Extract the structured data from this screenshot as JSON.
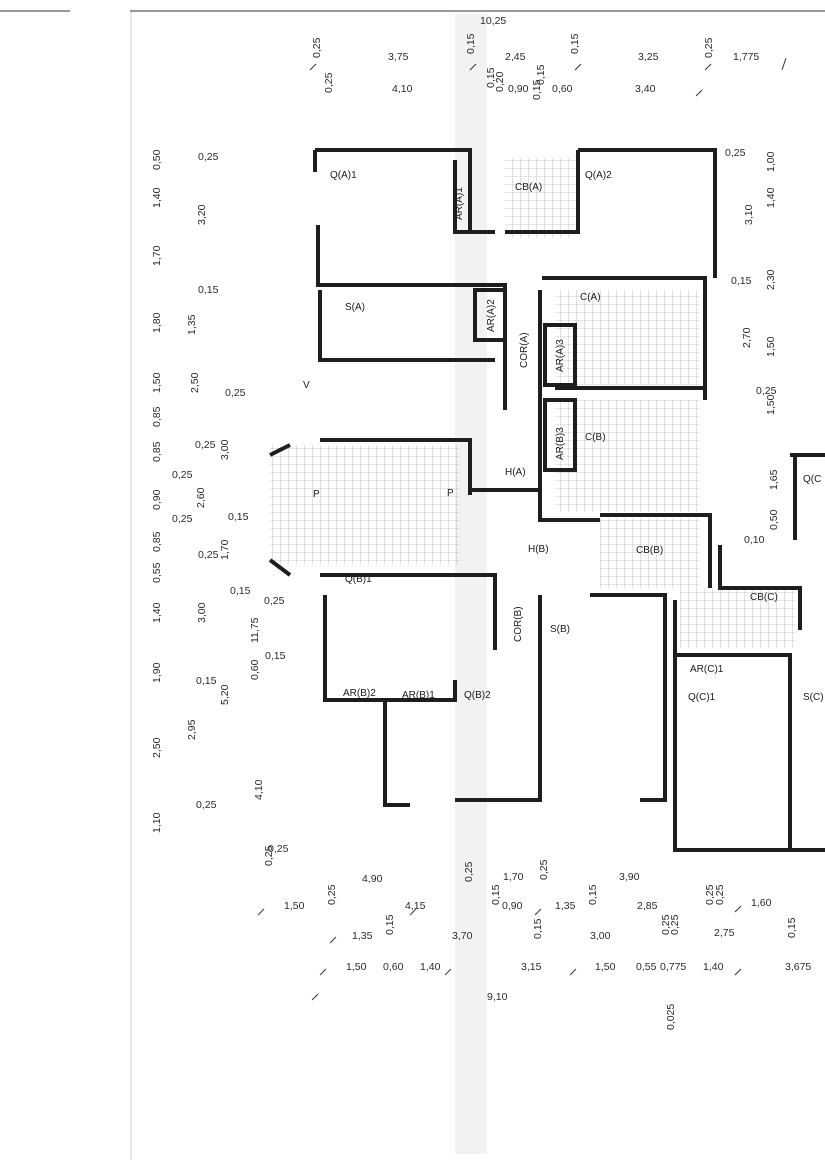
{
  "drawing": {
    "rooms": [
      "Q(A)1",
      "AR(A)1",
      "CB(A)",
      "Q(A)2",
      "S(A)",
      "AR(A)2",
      "COR(A)",
      "C(A)",
      "AR(A)3",
      "AR(B)3",
      "C(B)",
      "H(A)",
      "H(B)",
      "CB(B)",
      "Q(B)1",
      "COR(B)",
      "S(B)",
      "CB(C)",
      "AR(C)1",
      "Q(C)1",
      "S(C)",
      "AR(B)2",
      "AR(B)1",
      "Q(B)2",
      "Q(C"
    ],
    "top_dims": {
      "row1": [
        "0,25",
        "3,75",
        "0,15",
        "2,45",
        "0,15",
        "3,25",
        "0,25",
        "1,775"
      ],
      "row2": [
        "0,25",
        "4,10",
        "0,15",
        "0,20",
        "0,15",
        "0,90",
        "0,15",
        "0,60",
        "3,40"
      ],
      "header": "10,25"
    },
    "left_dims": {
      "col1": [
        "0,50",
        "1,40",
        "1,70",
        "1,80",
        "1,50",
        "0,85",
        "0,85",
        "0,90",
        "0,85",
        "0,55",
        "1,40",
        "1,90",
        "2,50",
        "1,10"
      ],
      "col2": [
        "0,25",
        "3,20",
        "0,15",
        "1,35",
        "2,50",
        "0,25",
        "0,25",
        "3,00",
        "0,25",
        "2,60",
        "0,25",
        "0,15",
        "0,25",
        "1,70",
        "0,15",
        "0,25",
        "3,00",
        "11,75",
        "0,15",
        "0,15",
        "5,20",
        "0,60",
        "2,95",
        "0,25",
        "4,10",
        "0,25"
      ]
    },
    "right_dims": [
      "0,25",
      "1,00",
      "1,40",
      "3,10",
      "2,30",
      "0,15",
      "2,70",
      "1,50",
      "0,25",
      "1,50",
      "1,65",
      "0,50",
      "0,10"
    ],
    "bottom_dims": {
      "row1": [
        "0,25",
        "4,90",
        "0,25",
        "1,70",
        "0,25",
        "3,90"
      ],
      "row2": [
        "1,50",
        "0,25",
        "4,15",
        "0,15",
        "0,90",
        "1,35",
        "0,15",
        "2,85",
        "0,25",
        "0,25",
        "1,60"
      ],
      "row3": [
        "1,35",
        "0,15",
        "3,70",
        "0,15",
        "3,00",
        "0,25",
        "0,25",
        "2,75",
        "0,15"
      ],
      "row4": [
        "1,50",
        "0,60",
        "1,40",
        "3,15",
        "1,50",
        "0,55",
        "0,775",
        "1,40",
        "3,675"
      ],
      "row5": [
        "9,10"
      ],
      "vertical": [
        "0,025"
      ]
    },
    "marks": [
      "V",
      "P",
      "P"
    ]
  }
}
